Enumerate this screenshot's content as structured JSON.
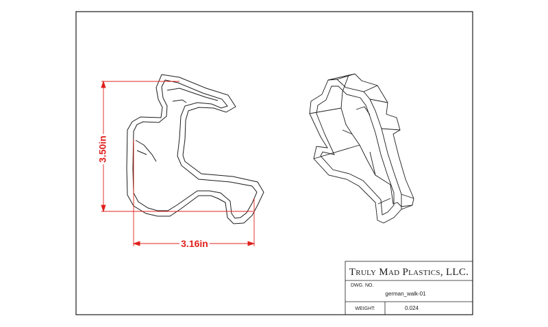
{
  "drawing": {
    "height_dimension": "3.50in",
    "width_dimension": "3.16in",
    "dimension_color": "#e0201c",
    "line_color": "#1a1a1a"
  },
  "title_block": {
    "company": "Truly Mad Plastics, LLC.",
    "dwg_no_label": "DWG. NO.",
    "dwg_no_value": "german_walk-01",
    "weight_label": "WEIGHT:",
    "weight_value": "0.024"
  }
}
